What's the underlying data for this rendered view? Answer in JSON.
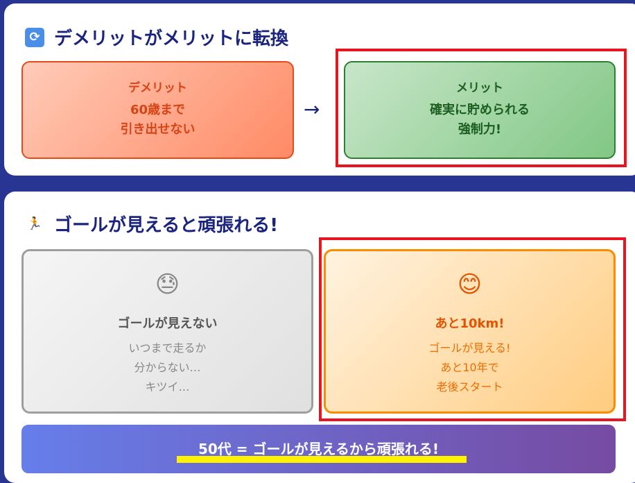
{
  "section1": {
    "title": "デメリットがメリットに転換",
    "icon": "sync-icon",
    "demerit": {
      "label": "デメリット",
      "lines": [
        "60歳まで",
        "引き出せない"
      ]
    },
    "arrow": "→",
    "merit": {
      "label": "メリット",
      "lines": [
        "確実に貯められる",
        "強制力!"
      ]
    }
  },
  "section2": {
    "title": "ゴールが見えると頑張れる!",
    "icon": "runner-icon",
    "bad": {
      "emoji": "😓",
      "heading": "ゴールが見えない",
      "lines": [
        "いつまで走るか",
        "分からない…",
        "キツイ…"
      ]
    },
    "good": {
      "emoji": "😊",
      "heading": "あと10km!",
      "lines": [
        "ゴールが見える!",
        "あと10年で",
        "老後スタート"
      ]
    },
    "banner": "50代 = ゴールが見えるから頑張れる!"
  },
  "colors": {
    "background": "#283593",
    "highlight": "#e8141f",
    "underline": "#fff200"
  }
}
